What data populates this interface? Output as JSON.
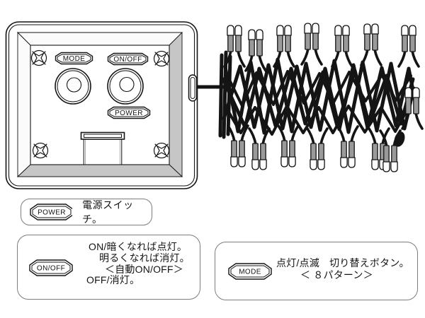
{
  "device": {
    "mode_button": "MODE",
    "onoff_button": "ON/OFF",
    "power_button": "POWER"
  },
  "legend": {
    "power": {
      "button": "POWER",
      "description": "電源スイッチ。"
    },
    "onoff": {
      "button": "ON/OFF",
      "lines": [
        "ON/暗くなれば点灯。",
        "明るくなれば消灯。",
        "＜自動ON/OFF＞",
        "OFF/消灯。"
      ]
    },
    "mode": {
      "button": "MODE",
      "lines": [
        "点灯/点滅　切り替えボタン。",
        "＜ ８パターン＞"
      ]
    }
  },
  "icons": {
    "screws": "phillips-screw-icon",
    "knobs": "round-button-icon",
    "bulbs": "light-bulb-icon"
  },
  "colors": {
    "outline": "#141414",
    "legend_border": "#7d7d7d",
    "bevel_shade": "#c6c6c6",
    "bulb_socket": "#9a9a9a",
    "bulb_tip": "#fdfdfd",
    "background": "#ffffff"
  }
}
